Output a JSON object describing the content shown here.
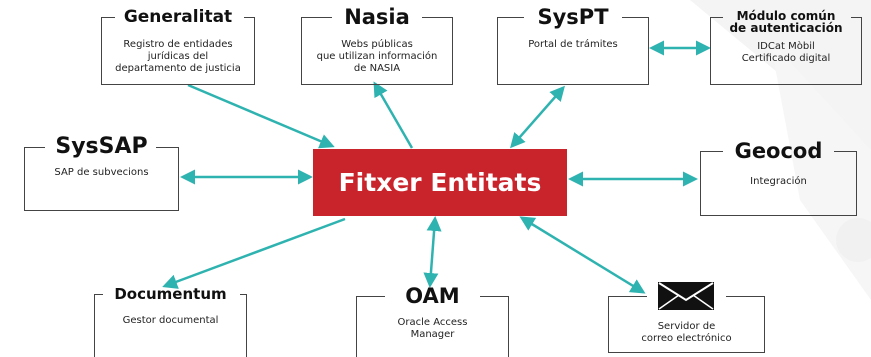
{
  "center": {
    "label": "Fitxer Entitats"
  },
  "nodes": {
    "generalitat": {
      "title": "Generalitat",
      "desc": [
        "Registro de entidades",
        "jurídicas del",
        "departamento de justicia"
      ]
    },
    "nasia": {
      "title": "Nasia",
      "desc": [
        "Webs públicas",
        "que utilizan información",
        "de NASIA"
      ]
    },
    "syspt": {
      "title": "SysPT",
      "desc": [
        "Portal de trámites"
      ]
    },
    "modulo": {
      "title": [
        "Módulo común",
        "de autenticación"
      ],
      "desc": [
        "IDCat Mòbil",
        "Certificado digital"
      ]
    },
    "syssap": {
      "title": "SysSAP",
      "desc": [
        "SAP de subvecions"
      ]
    },
    "geocod": {
      "title": "Geocod",
      "desc": [
        "Integración"
      ]
    },
    "documentum": {
      "title": "Documentum",
      "desc": [
        "Gestor documental"
      ]
    },
    "oam": {
      "title": "OAM",
      "desc": [
        "Oracle Access",
        "Manager"
      ]
    },
    "correo": {
      "title": "",
      "desc": [
        "Servidor de",
        "correo electrónico"
      ]
    }
  },
  "colors": {
    "accent": "#c9242b",
    "arrow": "#2fb3b0",
    "border": "#444444",
    "watermark": "#f3f3f3"
  },
  "icons": {
    "correo": "envelope-icon"
  }
}
